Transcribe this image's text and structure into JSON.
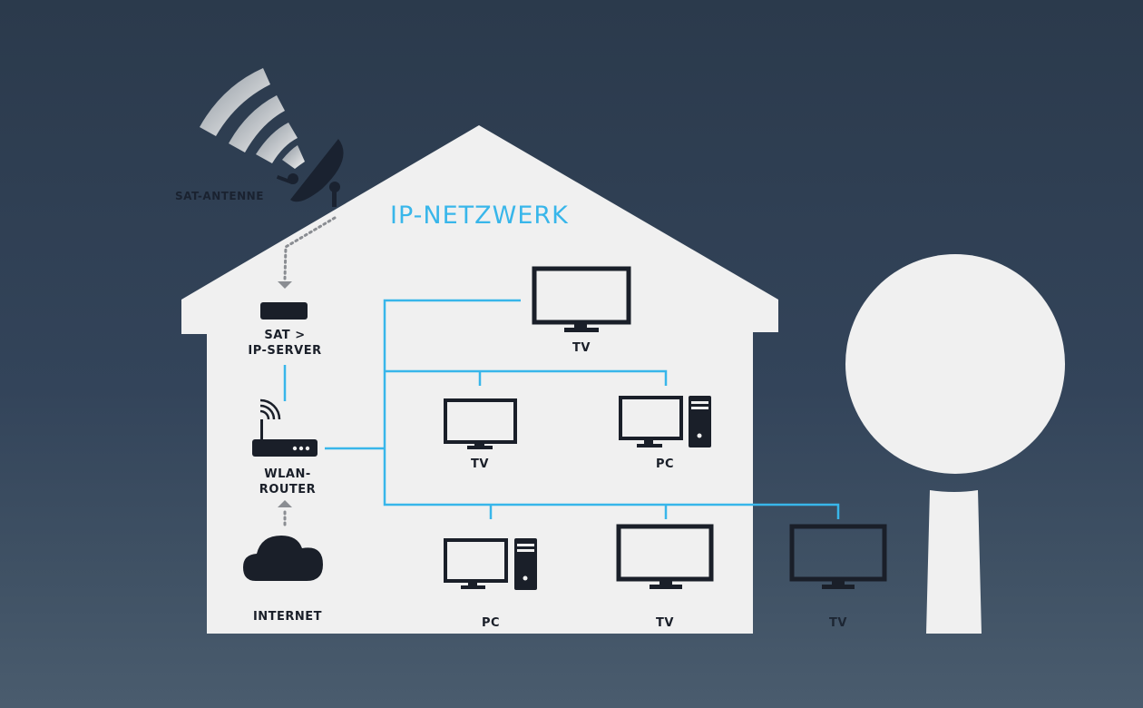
{
  "diagram": {
    "title": "IP-NETZWERK",
    "colors": {
      "background": "#2e3d50",
      "house": "#f0f0f0",
      "network_line": "#38b6ea",
      "icon": "#1a1f29",
      "dotted_arrow": "#8a8d92"
    },
    "nodes": {
      "sat_antenna": {
        "label": "SAT-ANTENNE",
        "icon": "satellite-dish-icon"
      },
      "sat_ip_server": {
        "label_line1": "SAT >",
        "label_line2": "IP-SERVER",
        "icon": "server-box-icon"
      },
      "wlan_router": {
        "label_line1": "WLAN-",
        "label_line2": "ROUTER",
        "icon": "wifi-router-icon"
      },
      "internet": {
        "label": "INTERNET",
        "icon": "cloud-icon"
      },
      "tv_top": {
        "label": "TV",
        "icon": "tv-icon"
      },
      "tv_middle": {
        "label": "TV",
        "icon": "tv-icon"
      },
      "pc_middle": {
        "label": "PC",
        "icon": "desktop-pc-icon"
      },
      "pc_bottom": {
        "label": "PC",
        "icon": "desktop-pc-icon"
      },
      "tv_bottom": {
        "label": "TV",
        "icon": "tv-icon"
      },
      "tv_outside": {
        "label": "TV",
        "icon": "tv-icon"
      }
    },
    "connections": [
      {
        "from": "sat_antenna",
        "to": "sat_ip_server",
        "style": "dotted-arrow"
      },
      {
        "from": "internet",
        "to": "wlan_router",
        "style": "dotted-arrow"
      },
      {
        "from": "sat_ip_server",
        "to": "wlan_router",
        "style": "network"
      },
      {
        "from": "wlan_router",
        "to": "tv_top",
        "style": "network"
      },
      {
        "from": "wlan_router",
        "to": "tv_middle",
        "style": "network"
      },
      {
        "from": "wlan_router",
        "to": "pc_middle",
        "style": "network"
      },
      {
        "from": "wlan_router",
        "to": "pc_bottom",
        "style": "network"
      },
      {
        "from": "wlan_router",
        "to": "tv_bottom",
        "style": "network"
      },
      {
        "from": "wlan_router",
        "to": "tv_outside",
        "style": "network"
      }
    ]
  }
}
